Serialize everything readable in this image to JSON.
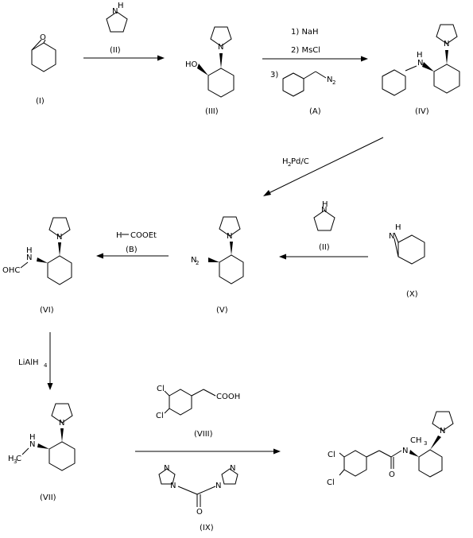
{
  "compounds": [
    {
      "id": "I",
      "label": "(I)"
    },
    {
      "id": "II",
      "label": "(II)"
    },
    {
      "id": "III",
      "label": "(III)"
    },
    {
      "id": "A",
      "label": "(A)"
    },
    {
      "id": "IV",
      "label": "(IV)"
    },
    {
      "id": "V",
      "label": "(V)"
    },
    {
      "id": "X",
      "label": "(X)"
    },
    {
      "id": "B",
      "label": "(B)"
    },
    {
      "id": "VI",
      "label": "(VI)"
    },
    {
      "id": "VII",
      "label": "(VII)"
    },
    {
      "id": "VIII",
      "label": "(VIII)"
    },
    {
      "id": "IX",
      "label": "(IX)"
    }
  ],
  "reagents": {
    "step2_1": "1) NaH",
    "step2_2": "2) MsCl",
    "step2_3": "3)",
    "hydrogenation": "Pd/C",
    "formate_h": "H",
    "formate_ester": "COOEt",
    "reduction_li": "LiAlH",
    "reduction_sub": "4"
  },
  "atoms": {
    "O": "O",
    "N": "N",
    "NH": "N",
    "H": "H",
    "HO": "HO",
    "OHC": "OHC",
    "Cl": "Cl",
    "COOH": "COOH",
    "CH": "CH",
    "sub2": "2",
    "sub3": "3",
    "H2": "H",
    "NH2": "NH"
  }
}
